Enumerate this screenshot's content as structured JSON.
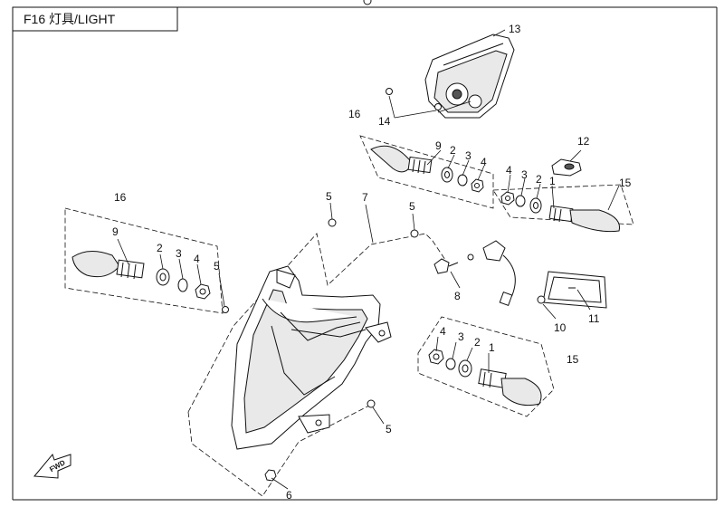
{
  "title_box": {
    "label": "F16 灯具/LIGHT"
  },
  "orientation_marker": {
    "label": "FWD"
  },
  "callouts": [
    {
      "id": "c13",
      "label": "13"
    },
    {
      "id": "c14",
      "label": "14"
    },
    {
      "id": "c16a",
      "label": "16"
    },
    {
      "id": "c9a",
      "label": "9"
    },
    {
      "id": "c2a",
      "label": "2"
    },
    {
      "id": "c3a",
      "label": "3"
    },
    {
      "id": "c4a",
      "label": "4"
    },
    {
      "id": "c12",
      "label": "12"
    },
    {
      "id": "c4b",
      "label": "4"
    },
    {
      "id": "c3b",
      "label": "3"
    },
    {
      "id": "c2b",
      "label": "2"
    },
    {
      "id": "c1b",
      "label": "1"
    },
    {
      "id": "c15a",
      "label": "15"
    },
    {
      "id": "c16b",
      "label": "16"
    },
    {
      "id": "c9b",
      "label": "9"
    },
    {
      "id": "c2c",
      "label": "2"
    },
    {
      "id": "c3c",
      "label": "3"
    },
    {
      "id": "c4c",
      "label": "4"
    },
    {
      "id": "c5a",
      "label": "5"
    },
    {
      "id": "c5b",
      "label": "5"
    },
    {
      "id": "c7",
      "label": "7"
    },
    {
      "id": "c5c",
      "label": "5"
    },
    {
      "id": "c8",
      "label": "8"
    },
    {
      "id": "c10",
      "label": "10"
    },
    {
      "id": "c11",
      "label": "11"
    },
    {
      "id": "c4d",
      "label": "4"
    },
    {
      "id": "c3d",
      "label": "3"
    },
    {
      "id": "c2d",
      "label": "2"
    },
    {
      "id": "c1d",
      "label": "1"
    },
    {
      "id": "c15b",
      "label": "15"
    },
    {
      "id": "c5d",
      "label": "5"
    },
    {
      "id": "c6",
      "label": "6"
    }
  ]
}
